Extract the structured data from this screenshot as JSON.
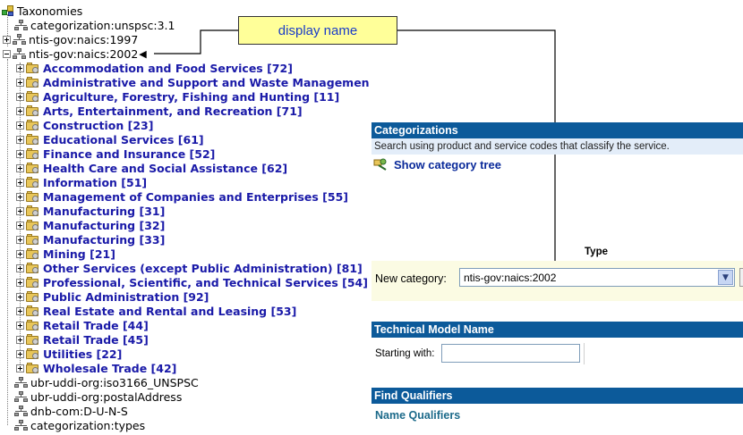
{
  "tree": {
    "root_label": "Taxonomies",
    "top_items": [
      {
        "label": "categorization:unspsc:3.1",
        "toggle": "none"
      },
      {
        "label": "ntis-gov:naics:1997",
        "toggle": "plus"
      },
      {
        "label": "ntis-gov:naics:2002",
        "toggle": "minus"
      }
    ],
    "naics_children": [
      "Accommodation and Food Services [72]",
      "Administrative and Support and Waste Managemen",
      "Agriculture, Forestry, Fishing and Hunting [11]",
      "Arts, Entertainment, and Recreation [71]",
      "Construction [23]",
      "Educational Services [61]",
      "Finance and Insurance [52]",
      "Health Care and Social Assistance [62]",
      "Information [51]",
      "Management of Companies and Enterprises [55]",
      "Manufacturing [31]",
      "Manufacturing [32]",
      "Manufacturing [33]",
      "Mining [21]",
      "Other Services (except Public Administration) [81]",
      "Professional, Scientific, and Technical Services [54]",
      "Public Administration [92]",
      "Real Estate and Rental and Leasing [53]",
      "Retail Trade [44]",
      "Retail Trade [45]",
      "Utilities [22]",
      "Wholesale Trade [42]"
    ],
    "bottom_items": [
      "ubr-uddi-org:iso3166_UNSPSC",
      "ubr-uddi-org:postalAddress",
      "dnb-com:D-U-N-S",
      "categorization:types"
    ]
  },
  "callout": {
    "text": "display name"
  },
  "categorizations": {
    "title": "Categorizations",
    "description": "Search using product and service codes that classify the service.",
    "show_tree_link": "Show category tree",
    "type_header": "Type",
    "new_category_label": "New category:",
    "selected_value": "ntis-gov:naics:2002"
  },
  "tmodel": {
    "title": "Technical Model Name",
    "starting_with_label": "Starting with:",
    "input_value": ""
  },
  "qualifiers": {
    "title": "Find Qualifiers",
    "link": "Name Qualifiers"
  },
  "colors": {
    "header_blue": "#0c5a9a",
    "link_blue": "#1a1aa8",
    "callout_yellow": "#ffff99"
  }
}
